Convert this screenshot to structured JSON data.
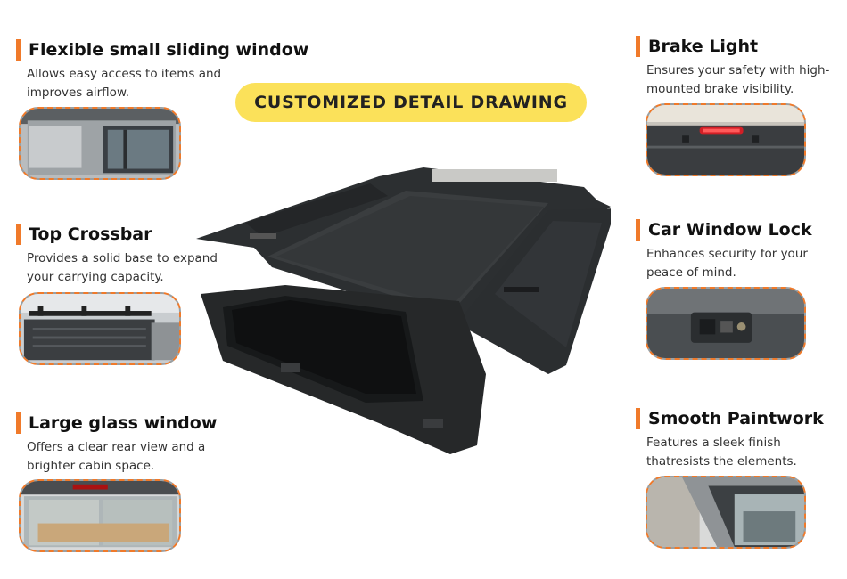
{
  "banner": {
    "title": "CUSTOMIZED DETAIL DRAWING"
  },
  "features": {
    "sliding_window": {
      "title": "Flexible small sliding window",
      "desc": "Allows easy access to items and improves airflow."
    },
    "crossbar": {
      "title": "Top Crossbar",
      "desc": "Provides a solid base to expand your carrying capacity."
    },
    "glass_window": {
      "title": "Large glass window",
      "desc": "Offers a clear rear view and a brighter cabin space."
    },
    "brake_light": {
      "title": "Brake Light",
      "desc": "Ensures your safety with high-mounted brake visibility."
    },
    "window_lock": {
      "title": "Car Window Lock",
      "desc": "Enhances security for your peace of mind."
    },
    "paintwork": {
      "title": "Smooth Paintwork",
      "desc": "Features a sleek finish thatresists the elements."
    }
  },
  "colors": {
    "accent": "#f07a2a",
    "banner": "#fbe15a",
    "panel": "#2e3133"
  },
  "icons": {
    "bullet": "accent-bar-icon"
  }
}
